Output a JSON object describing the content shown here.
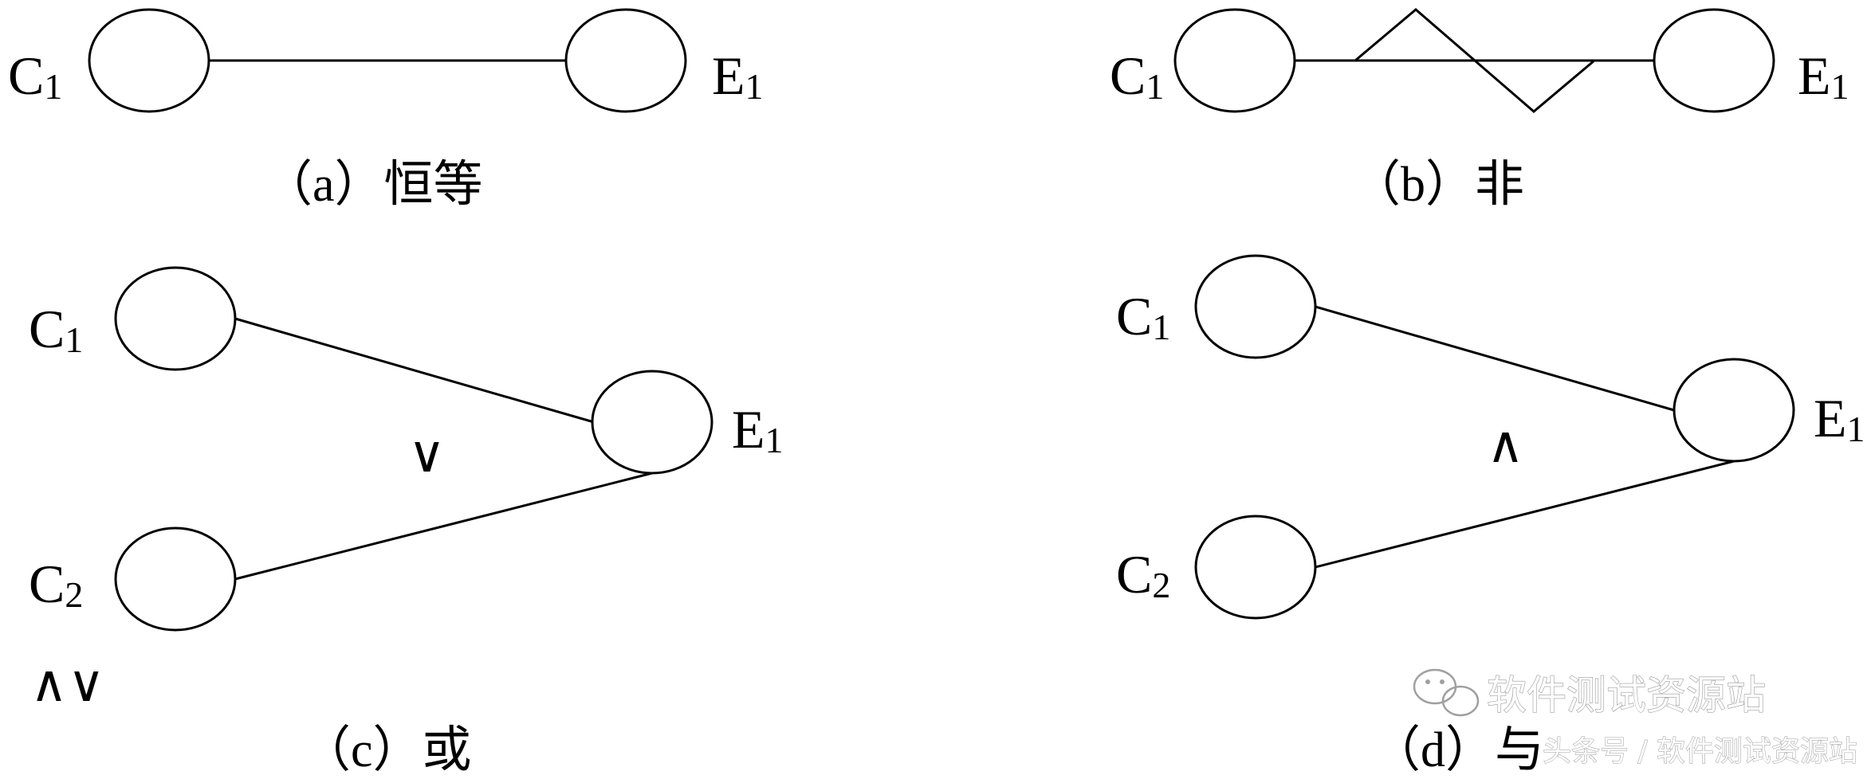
{
  "panels": {
    "a": {
      "cause_label": "C",
      "cause_sub": "1",
      "effect_label": "E",
      "effect_sub": "1",
      "caption": "（a）恒等"
    },
    "b": {
      "cause_label": "C",
      "cause_sub": "1",
      "effect_label": "E",
      "effect_sub": "1",
      "caption": "（b）非"
    },
    "c": {
      "cause1_label": "C",
      "cause1_sub": "1",
      "cause2_label": "C",
      "cause2_sub": "2",
      "effect_label": "E",
      "effect_sub": "1",
      "operator": "∨",
      "caption": "（c）或"
    },
    "d": {
      "cause1_label": "C",
      "cause1_sub": "1",
      "cause2_label": "C",
      "cause2_sub": "2",
      "effect_label": "E",
      "effect_sub": "1",
      "operator": "∧",
      "caption": "（d）与"
    }
  },
  "stray_symbols": "∧∨",
  "watermark": {
    "main": "软件测试资源站",
    "sub": "头条号 / 软件测试资源站",
    "icon": "wechat-icon"
  }
}
